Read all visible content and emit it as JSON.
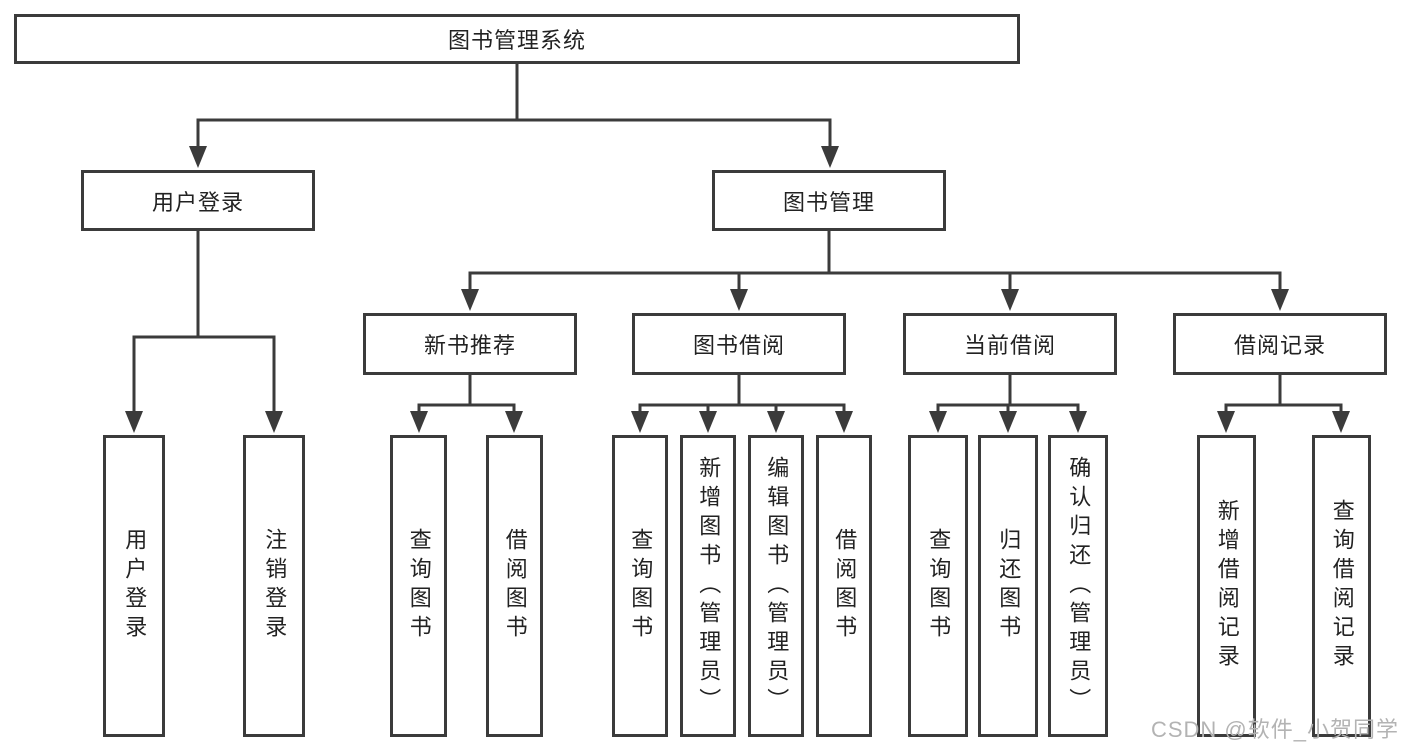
{
  "diagram": {
    "root": {
      "label": "图书管理系统"
    },
    "children": [
      {
        "label": "用户登录",
        "children": [
          {
            "label": "用户登录"
          },
          {
            "label": "注销登录"
          }
        ]
      },
      {
        "label": "图书管理",
        "children": [
          {
            "label": "新书推荐",
            "children": [
              {
                "label": "查询图书"
              },
              {
                "label": "借阅图书"
              }
            ]
          },
          {
            "label": "图书借阅",
            "children": [
              {
                "label": "查询图书"
              },
              {
                "label": "新增图书（管理员）"
              },
              {
                "label": "编辑图书（管理员）"
              },
              {
                "label": "借阅图书"
              }
            ]
          },
          {
            "label": "当前借阅",
            "children": [
              {
                "label": "查询图书"
              },
              {
                "label": "归还图书"
              },
              {
                "label": "确认归还（管理员）"
              }
            ]
          },
          {
            "label": "借阅记录",
            "children": [
              {
                "label": "新增借阅记录"
              },
              {
                "label": "查询借阅记录"
              }
            ]
          }
        ]
      }
    ]
  },
  "watermark": {
    "text": "CSDN @软件_小贺同学"
  },
  "colors": {
    "line": "#3b3b3b",
    "text": "#222222",
    "watermark": "#b3b3b3",
    "background": "#ffffff"
  }
}
